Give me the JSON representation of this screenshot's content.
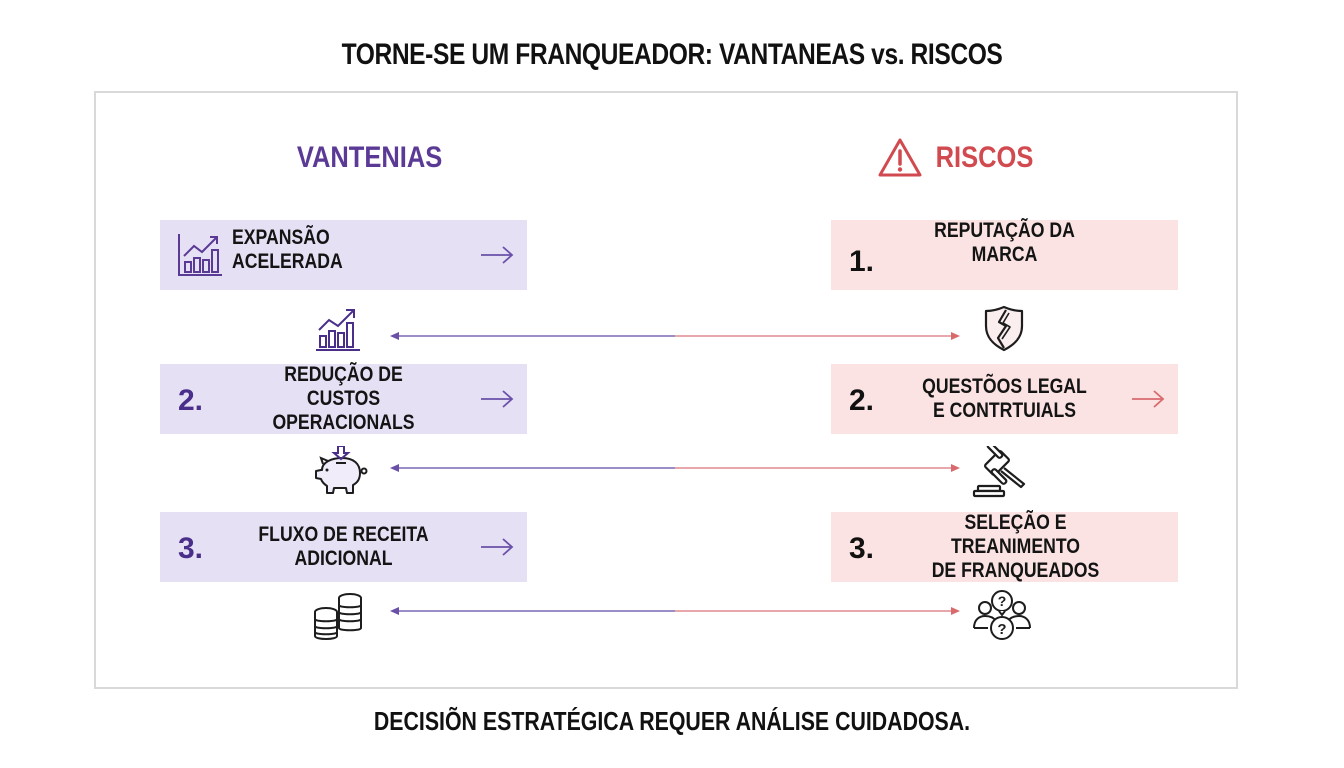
{
  "title": "TORNE-SE UM FRANQUEADOR: VANTANEAS vs. RISCOS",
  "colors": {
    "advantage_accent": "#5b3a96",
    "advantage_card_bg": "#e6e0f5",
    "risk_accent": "#d14a4f",
    "risk_card_bg": "#fae3e2",
    "frame_border": "#d9d9d9"
  },
  "advantages": {
    "heading": "VANTENIAS",
    "items": [
      {
        "number": "",
        "icon": "growth-chart-icon",
        "label": "EXPANSÃO ACELERADA"
      },
      {
        "number": "2.",
        "label_line1": "REDUÇÃO DE CUSTOS",
        "label_line2": "OPERACIONALS"
      },
      {
        "number": "3.",
        "label_line1": "FLUXO DE RECEITA",
        "label_line2": "ADICIONAL"
      }
    ],
    "connector_icons": [
      "growth-chart-icon",
      "piggy-bank-icon",
      "coin-stack-icon"
    ]
  },
  "risks": {
    "heading": "RISCOS",
    "heading_icon": "warning-triangle-icon",
    "items": [
      {
        "number": "1.",
        "label": "REPUTAÇÃO DA MARCA"
      },
      {
        "number": "2.",
        "label_line1": "QUESTÕOS LEGAL",
        "label_line2": "E CONTRTUIALS"
      },
      {
        "number": "3.",
        "label_line1": "SELEÇÃO E TREANIMENTO",
        "label_line2": "DE FRANQUEADOS"
      }
    ],
    "connector_icons": [
      "broken-shield-icon",
      "gavel-icon",
      "people-question-icon"
    ]
  },
  "footer": "DECISIÕN ESTRATÉGICA REQUER ANÁLISE CUIDADOSA."
}
